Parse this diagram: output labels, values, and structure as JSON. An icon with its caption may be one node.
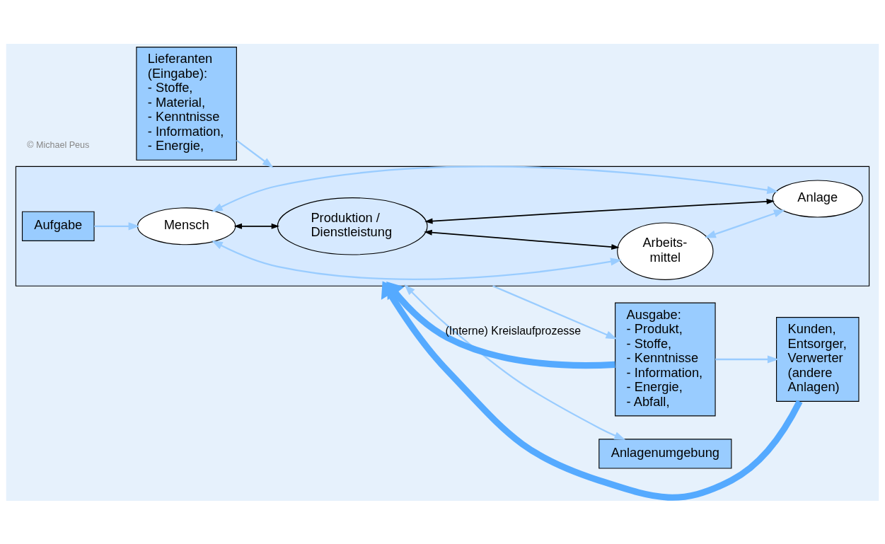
{
  "diagram": {
    "nodes": [
      {
        "text": [
          "Lieferanten (Eingabe): - Stoffe, - Material, - Kenntnisse - Information, - Energie,"
        ]
      },
      {
        "text": [],
        "shape": "box"
      },
      {
        "text": [
          "Aufgabe"
        ],
        "in": 1
      },
      {
        "text": [
          "Mensch"
        ],
        "in": 1
      },
      {
        "text": [
          "Produktion / Dienstleistung"
        ],
        "in": 1
      },
      {
        "text": [
          "Arbeits- mittel"
        ],
        "in": 1
      },
      {
        "text": [
          "Anlage"
        ],
        "in": 1
      },
      {
        "text": [
          "Ausgabe: - Produkt, - Stoffe, - Kenntnisse - Information, - Energie, - Abfall,"
        ]
      },
      {
        "text": [
          "Kunden, Entsorger, Verwerter (andere Anlagen)"
        ]
      },
      {
        "text": [
          "Anlagenumgebung"
        ]
      }
    ],
    "edges": [
      {
        "from": 0,
        "to": 1,
        "arrow": "to"
      },
      {
        "from": 2,
        "to": 3,
        "arrow": "to"
      },
      {
        "from": 3,
        "to": 4,
        "arrow": "both",
        "color": "#000000"
      },
      {
        "from": 3,
        "to": 5,
        "arrow": "both"
      },
      {
        "from": 3,
        "to": 6,
        "arrow": "both"
      },
      {
        "from": 4,
        "to": 5,
        "arrow": "both",
        "color": "#000000"
      },
      {
        "from": 4,
        "to": 6,
        "arrow": "both",
        "color": "#000000"
      },
      {
        "from": 5,
        "to": 6,
        "arrow": "both"
      },
      {
        "from": 1,
        "to": 7,
        "arrow": "to"
      },
      {
        "from": 7,
        "to": 8,
        "arrow": "to"
      },
      {
        "from": 1,
        "to": 9,
        "arrow": "both"
      },
      {
        "from": 7,
        "to": 1,
        "arrow": "to",
        "label": "(Interne) Kreislaufprozesse",
        "style": "thick",
        "color": "#55aaff"
      },
      {
        "from": 8,
        "to": 1,
        "arrow": "to",
        "style": "thick",
        "color": "#55aaff"
      }
    ],
    "labels": [
      "© Michael Peus"
    ]
  }
}
